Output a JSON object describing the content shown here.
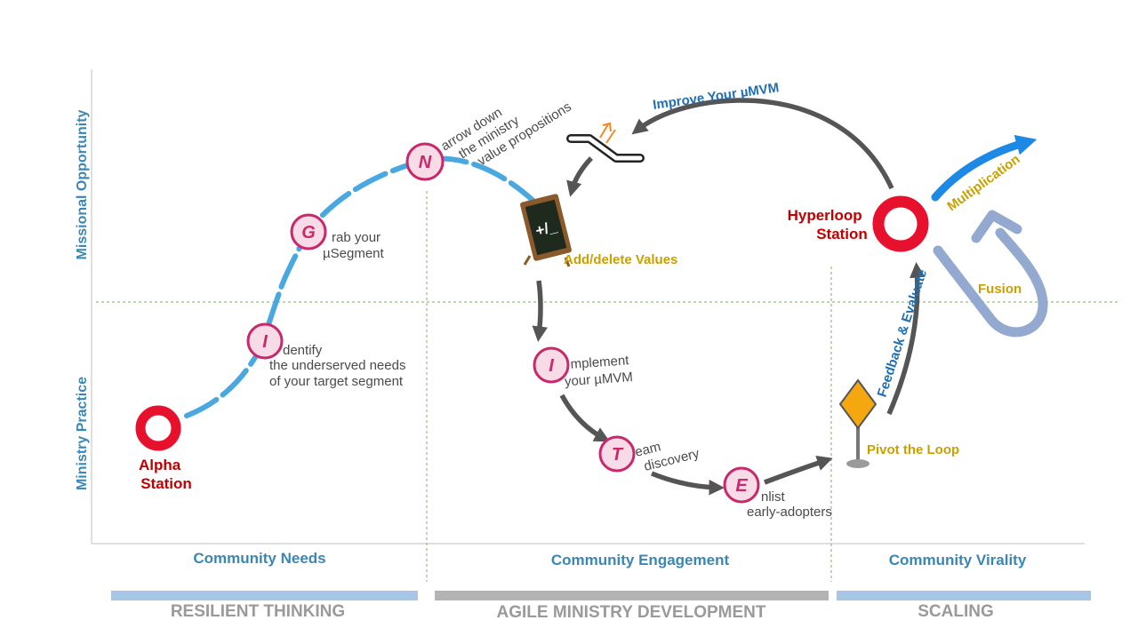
{
  "axes": {
    "y_top": "Missional Opportunity",
    "y_bottom": "Ministry Practice",
    "x_labels": [
      "Community Needs",
      "Community Engagement",
      "Community Virality"
    ]
  },
  "bands": [
    "RESILIENT THINKING",
    "AGILE MINISTRY DEVELOPMENT",
    "SCALING"
  ],
  "stations": {
    "alpha": [
      "Alpha",
      "Station"
    ],
    "hyperloop": [
      "Hyperloop",
      "Station"
    ]
  },
  "steps": {
    "i1": {
      "letter": "I",
      "lines": [
        "dentify",
        "the underserved needs",
        "of your target segment"
      ]
    },
    "g": {
      "letter": "G",
      "lines": [
        "rab your",
        "µSegment"
      ]
    },
    "n": {
      "letter": "N",
      "lines": [
        "arrow down",
        "the ministry",
        "value propositions"
      ]
    },
    "i2": {
      "letter": "I",
      "lines": [
        "mplement",
        "your µMVM"
      ]
    },
    "t": {
      "letter": "T",
      "lines": [
        "eam",
        "discovery"
      ]
    },
    "e": {
      "letter": "E",
      "lines": [
        "nlist",
        "early-adopters"
      ]
    }
  },
  "labels": {
    "add_delete": "Add/delete Values",
    "board_text": "+/_",
    "improve": "Improve Your µMVM",
    "pivot": "Pivot the Loop",
    "feedback": "Feedback & Evaluate",
    "multiplication": "Multiplication",
    "fusion": "Fusion"
  },
  "colors": {
    "path_blue": "#4aa8e0",
    "arrow_gray": "#555555",
    "station_red": "#e8112d",
    "letter_pink": "#c9286a",
    "axis_blue": "#3a86b4",
    "gold": "#c9a000",
    "multiplication_arrow": "#1e88e5",
    "fusion_arrow": "#93a9cf"
  }
}
